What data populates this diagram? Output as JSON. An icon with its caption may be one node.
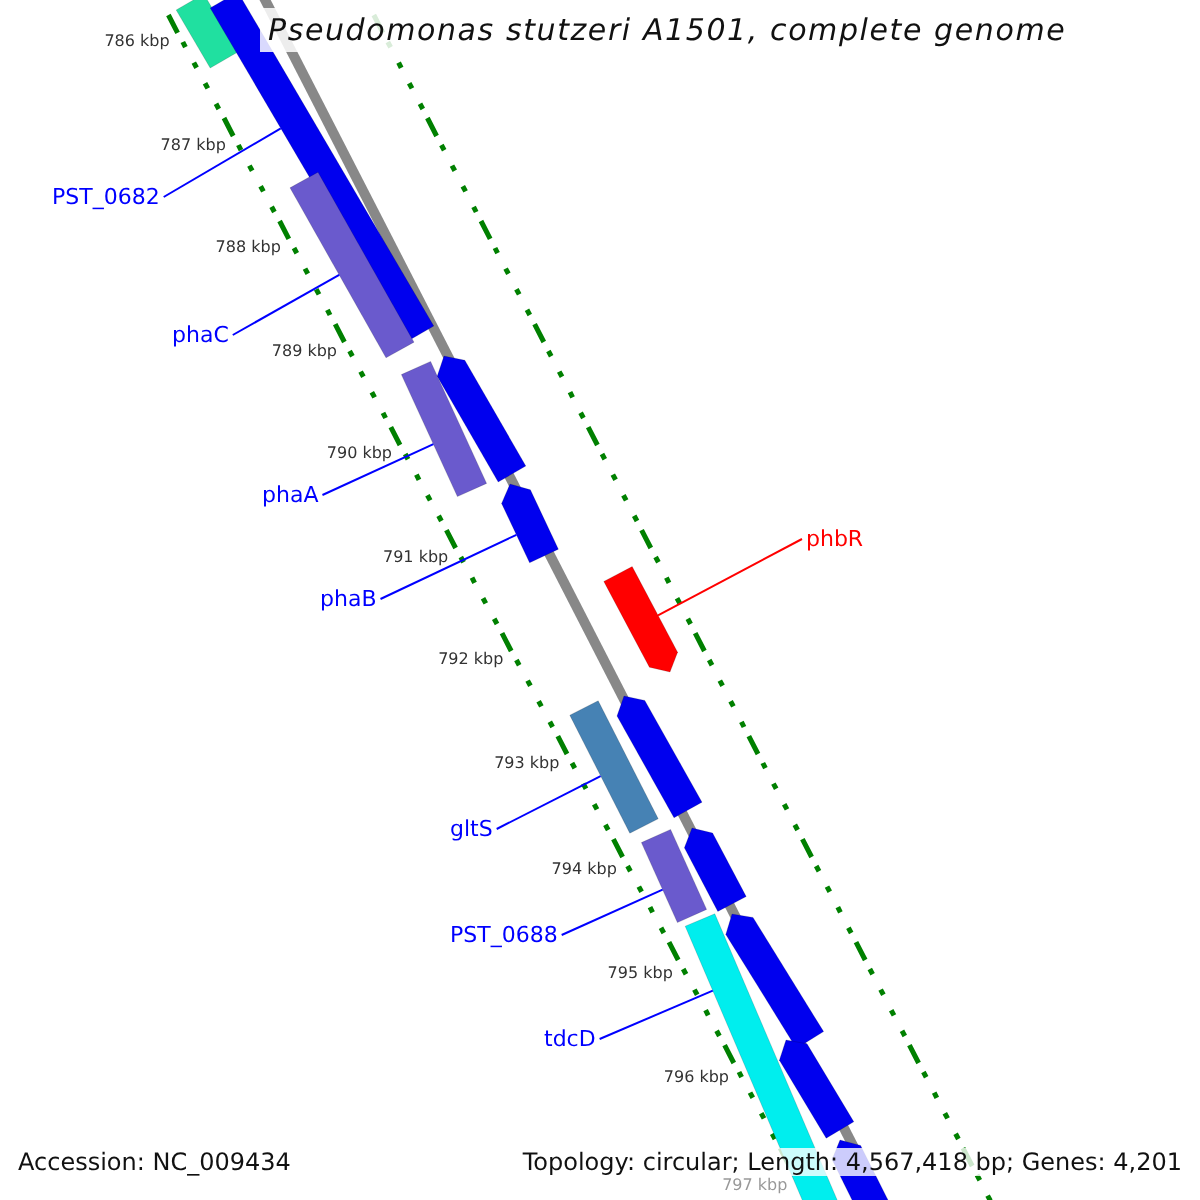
{
  "diagram": {
    "title": "Pseudomonas stutzeri A1501, complete genome",
    "nodes": [
      {
        "text": [
          "PST_0682"
        ]
      },
      {
        "text": [
          "phaC"
        ]
      },
      {
        "text": [
          "phaA"
        ]
      },
      {
        "text": [
          "phbR"
        ]
      },
      {
        "text": [
          "phaB"
        ]
      },
      {
        "text": [
          "gltS"
        ]
      },
      {
        "text": [
          "PST_0688"
        ]
      },
      {
        "text": [
          "tdcD"
        ]
      },
      {
        "text": [],
        "shape": "bar"
      },
      {
        "text": [],
        "shape": "bar"
      },
      {
        "text": [],
        "shape": "bar"
      },
      {
        "text": [],
        "shape": "bar"
      },
      {
        "text": [],
        "shape": "bar"
      },
      {
        "text": [],
        "shape": "bar"
      },
      {
        "text": [],
        "shape": "bar"
      },
      {
        "text": [],
        "shape": "bar"
      },
      {
        "text": [],
        "shape": "bar"
      },
      {
        "text": [],
        "shape": "bar"
      },
      {
        "text": [],
        "shape": "bar"
      },
      {
        "text": [],
        "shape": "bar"
      },
      {
        "text": [],
        "shape": "bar"
      },
      {
        "text": [],
        "shape": "bar"
      },
      {
        "text": [],
        "shape": "bar"
      }
    ],
    "edges": [
      {
        "from": 0,
        "to": 9,
        "arrow": "none"
      },
      {
        "from": 1,
        "to": 10,
        "arrow": "none"
      },
      {
        "from": 2,
        "to": 12,
        "arrow": "none"
      },
      {
        "from": 3,
        "to": 14,
        "arrow": "none",
        "color": "#ff0000"
      },
      {
        "from": 4,
        "to": 13,
        "arrow": "none"
      },
      {
        "from": 5,
        "to": 16,
        "arrow": "none"
      },
      {
        "from": 6,
        "to": 18,
        "arrow": "none"
      },
      {
        "from": 7,
        "to": 20,
        "arrow": "none"
      }
    ],
    "labels": [
      "786 kbp",
      "787 kbp",
      "788 kbp",
      "789 kbp",
      "790 kbp",
      "791 kbp",
      "792 kbp",
      "793 kbp",
      "794 kbp",
      "795 kbp",
      "796 kbp",
      "797 kbp",
      "Accession: NC_009434",
      "Topology: circular; Length: 4,567,418 bp; Genes: 4,201"
    ]
  }
}
